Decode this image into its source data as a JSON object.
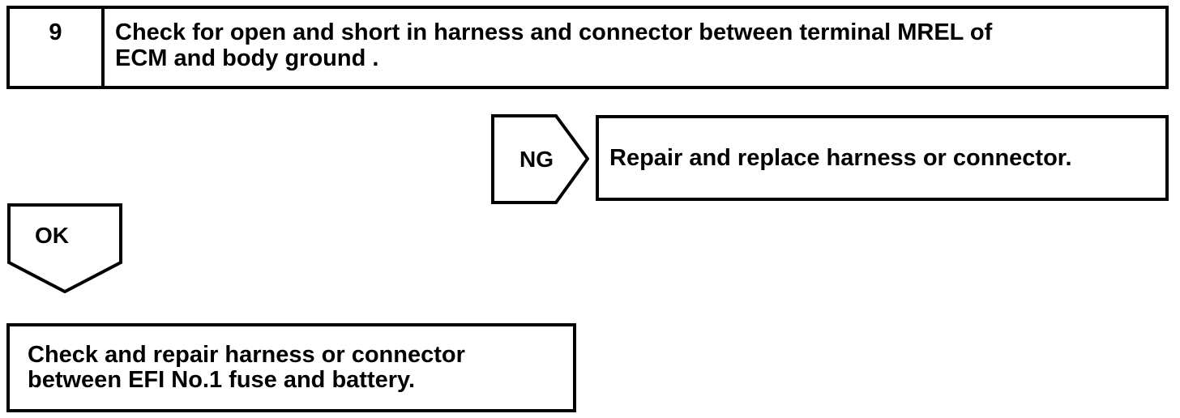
{
  "colors": {
    "ink": "#000000",
    "paper": "#ffffff"
  },
  "flowchart": {
    "step": {
      "number": "9",
      "instruction": "Check for open and short in harness and connector between terminal MREL of\nECM and body ground ."
    },
    "ng_branch": {
      "label": "NG",
      "result": "Repair and replace harness or connector."
    },
    "ok_branch": {
      "label": "OK",
      "result": "Check and repair harness or connector\nbetween EFI No.1 fuse and battery."
    }
  }
}
